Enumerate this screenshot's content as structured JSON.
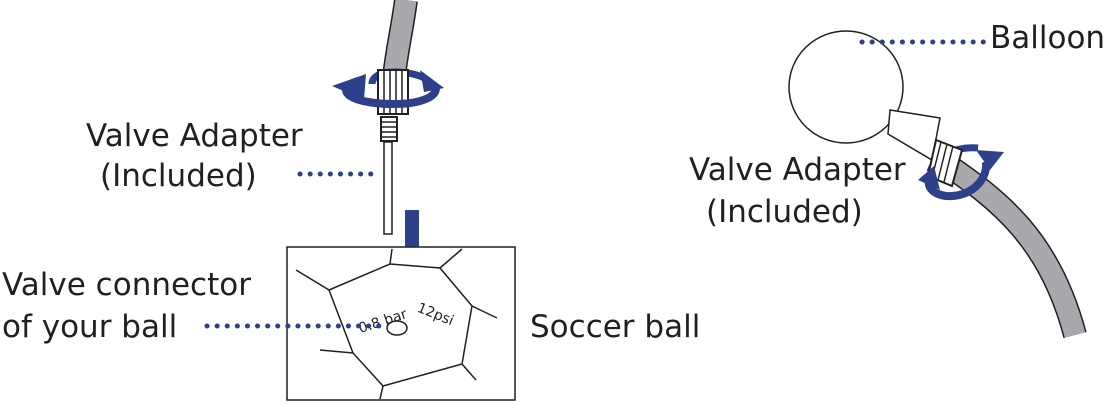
{
  "labels": {
    "left_adapter_line1": "Valve Adapter",
    "left_adapter_line2": "(Included)",
    "valve_connector_line1": "Valve connector",
    "valve_connector_line2": "of your ball",
    "soccer_ball": "Soccer ball",
    "balloon": "Balloon",
    "right_adapter_line1": "Valve Adapter",
    "right_adapter_line2": "(Included)"
  },
  "ball_markings": {
    "pressure_bar": "0.8 bar",
    "pressure_psi": "12psi"
  },
  "colors": {
    "accent": "#2c4189",
    "line": "#231f20",
    "hose": "#a7a9ac"
  },
  "icons": [
    "rotate-arrow-icon",
    "down-arrow-icon",
    "leader-dots"
  ]
}
